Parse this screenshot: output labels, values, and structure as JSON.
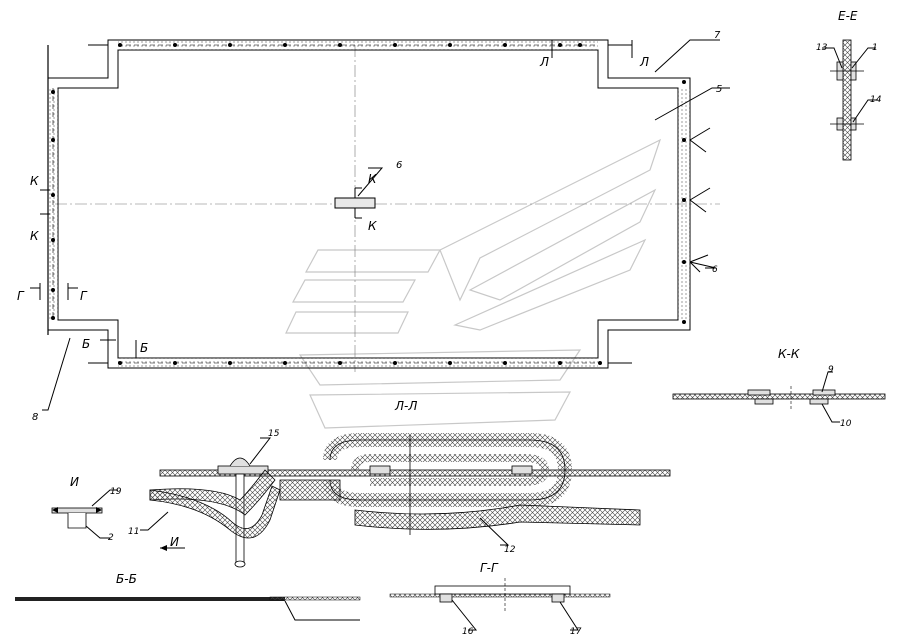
{
  "callouts": [
    "1",
    "2",
    "5",
    "6",
    "6",
    "7",
    "8",
    "9",
    "10",
    "11",
    "12",
    "13",
    "14",
    "15",
    "16",
    "17",
    "19"
  ],
  "section_marks": {
    "k": "К",
    "l": "Л",
    "b": "Б",
    "g": "Г"
  },
  "section_titles": {
    "e_e": "Е-Е",
    "k_k": "К-К",
    "l_l": "Л-Л",
    "b_b": "Б-Б",
    "g_g": "Г-Г",
    "i": "И"
  },
  "colors": {
    "line": "#000000",
    "fill_light": "#e8e8e8",
    "hatch": "#555555",
    "watermark": "#d0d0d0"
  }
}
